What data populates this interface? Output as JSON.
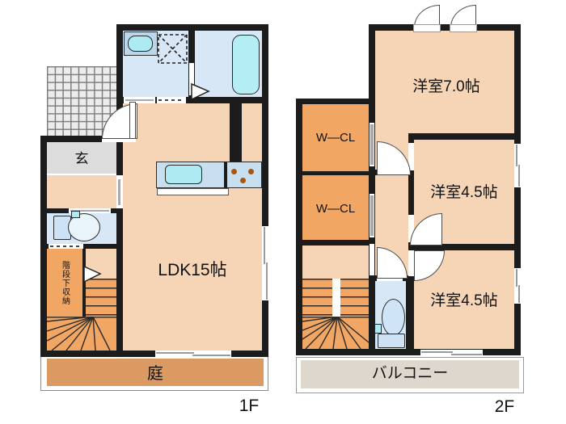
{
  "title": "2-story house floor plan",
  "floor1": {
    "label": "1F",
    "rooms": {
      "entrance": "玄",
      "storage": "階段下収納",
      "ldk": "LDK15帖",
      "garden": "庭"
    }
  },
  "floor2": {
    "label": "2F",
    "rooms": {
      "wcl1": "W—CL",
      "wcl2": "W—CL",
      "room7": "洋室7.0帖",
      "room45_mid": "洋室4.5帖",
      "room45_low": "洋室4.5帖",
      "balcony": "バルコニー"
    }
  },
  "colors": {
    "wall": "#1c1c1c",
    "floor_peach": "#f5d5b6",
    "closet_orange": "#f1a763",
    "garden_orange": "#db9a62",
    "entry_gray": "#dcdcdc",
    "wet_blue": "#d8e7f5",
    "fixture_cyan": "#aeeaf2",
    "balcony_gray": "#ded7ce"
  }
}
